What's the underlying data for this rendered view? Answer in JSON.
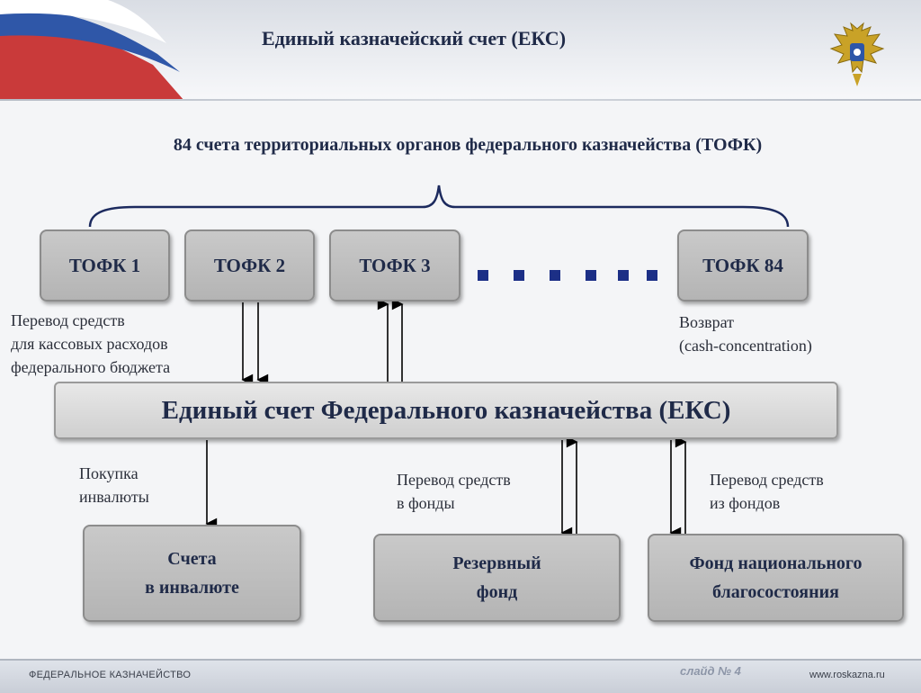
{
  "title": "Единый казначейский счет (ЕКС)",
  "subtitle": "84 счета территориальных органов федерального казначейства (ТОФК)",
  "tofk_boxes": [
    "ТОФК 1",
    "ТОФК 2",
    "ТОФК 3",
    "ТОФК 84"
  ],
  "eks_label": "Единый счет Федерального казначейства (ЕКС)",
  "notes": {
    "transfer_expenses": "Перевод средств\nдля кассовых расходов\nфедерального бюджета",
    "return": "Возврат\n(cash-concentration)",
    "currency_purchase": "Покупка\nинвалюты",
    "to_funds": "Перевод средств\nв фонды",
    "from_funds": "Перевод средств\nиз фондов"
  },
  "funds": {
    "currency_accounts": "Счета\nв инвалюте",
    "reserve_fund": "Резервный\nфонд",
    "welfare_fund": "Фонд национального\nблагосостояния"
  },
  "footer": {
    "org": "ФЕДЕРАЛЬНОЕ КАЗНАЧЕЙСТВО",
    "slide": "слайд № 4",
    "site": "www.roskazna.ru"
  },
  "colors": {
    "dots": "#1c2f86",
    "arrows": "#000000",
    "brace": "#1c2a5e"
  }
}
